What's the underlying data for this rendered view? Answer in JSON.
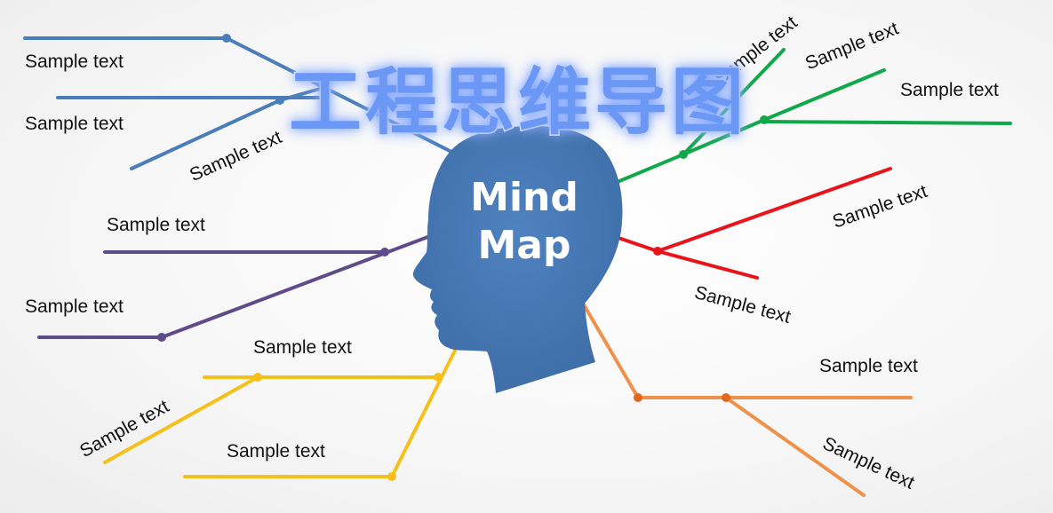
{
  "title": "工程思维导图",
  "center": {
    "line1": "Mind",
    "line2": "Map"
  },
  "colors": {
    "blue": "#4a7ebb",
    "purple": "#5f4b8b",
    "yellow": "#f5c01a",
    "green": "#10a84a",
    "red": "#e8141a",
    "orange": "#f0914a",
    "head": "#4a7bb7"
  },
  "labels": [
    "Sample text",
    "Sample text",
    "Sample text",
    "Sample text",
    "Sample text",
    "Sample text",
    "Sample text",
    "Sample text",
    "Sample text",
    "Sample text",
    "Sample text",
    "Sample text",
    "Sample text",
    "Sample text",
    "Sample text"
  ]
}
